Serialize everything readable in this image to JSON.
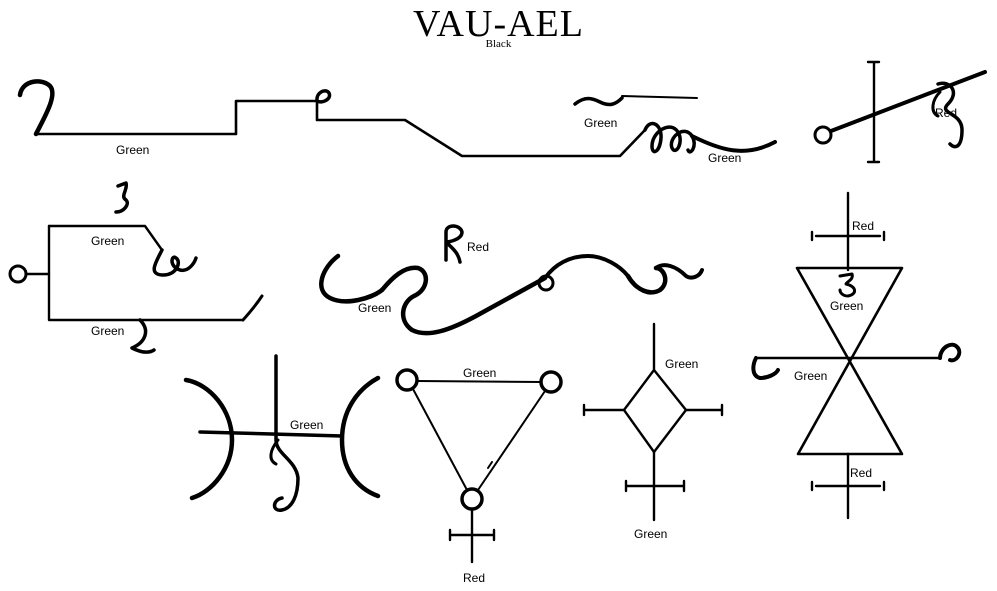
{
  "header": {
    "title": "VAU-AEL",
    "subtitle": "Black"
  },
  "labels": {
    "green": "Green",
    "red": "Red"
  }
}
